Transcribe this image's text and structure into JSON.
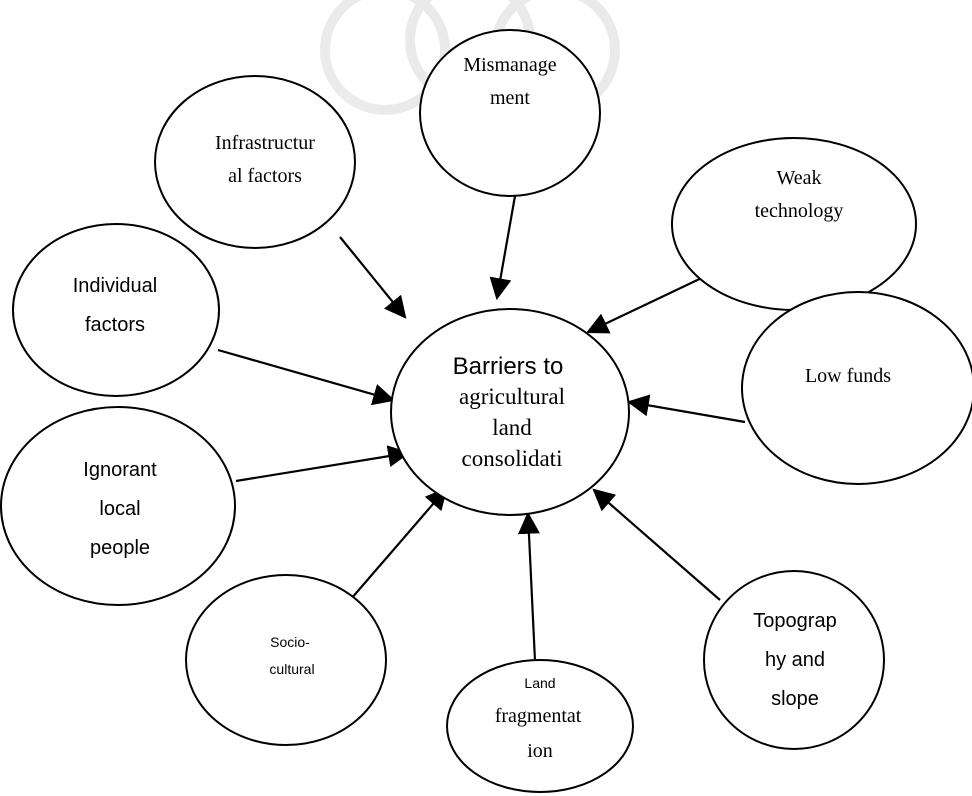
{
  "diagram": {
    "center": {
      "lines": [
        "Barriers to",
        "agricultural",
        "land",
        "consolidati"
      ]
    },
    "nodes": [
      {
        "id": "infrastructural",
        "lines": [
          "Infrastructur",
          "al factors"
        ]
      },
      {
        "id": "mismanagement",
        "lines": [
          "Mismanage",
          "ment"
        ]
      },
      {
        "id": "weak-technology",
        "lines": [
          "Weak",
          "technology"
        ]
      },
      {
        "id": "individual",
        "lines": [
          "Individual",
          "factors"
        ]
      },
      {
        "id": "low-funds",
        "lines": [
          "Low funds"
        ]
      },
      {
        "id": "ignorant",
        "lines": [
          "Ignorant",
          "local",
          "people"
        ]
      },
      {
        "id": "socio-cultural",
        "lines": [
          "Socio-",
          "cultural"
        ]
      },
      {
        "id": "land-fragmentation",
        "lines": [
          "Land",
          "fragmentat",
          "ion"
        ]
      },
      {
        "id": "topography",
        "lines": [
          "Topograp",
          "hy and",
          "slope"
        ]
      }
    ],
    "colors": {
      "stroke": "#000000",
      "fill": "#ffffff",
      "text": "#000000"
    }
  }
}
